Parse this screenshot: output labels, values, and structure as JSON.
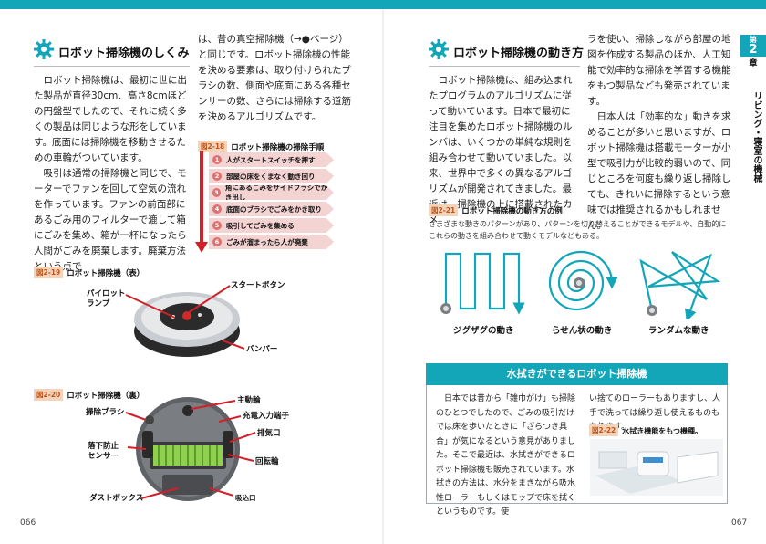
{
  "left_page": {
    "section_title": "ロボット掃除機のしくみ",
    "body_col1": "　ロボット掃除機は、最初に世に出た製品が直径30cm、高さ8cmほどの円盤型でしたので、それに続く多くの製品は同じような形をしています。底面には掃除機を移動させるための車輪がついています。\n　吸引は通常の掃除機と同じで、モーターでファンを回して空気の流れを作っています。ファンの前面部にあるごみ用のフィルターで漉して箱にごみを集め、箱が一杯になったら人間がごみを廃棄します。廃棄方法という点で",
    "body_col2": "は、昔の真空掃除機（→●ページ）と同じです。ロボット掃除機の性能を決める要素は、取り付けられたブラシの数、側面や底面にある各種センサーの数、さらには掃除する道筋を決めるアルゴリズムです。",
    "fig18": {
      "tag": "図2-18",
      "title": "ロボット掃除機の掃除手順",
      "steps": [
        {
          "num": "1",
          "text": "人がスタートスイッチを押す"
        },
        {
          "num": "2",
          "text": "部屋の床をくまなく動き回り"
        },
        {
          "num": "3",
          "text": "角にあるごみをサイドブラシでかき出し"
        },
        {
          "num": "4",
          "text": "底面のブラシでごみをかき取り"
        },
        {
          "num": "5",
          "text": "吸引してごみを集める"
        },
        {
          "num": "6",
          "text": "ごみが溜まったら人が廃棄"
        }
      ]
    },
    "fig19": {
      "tag": "図2-19",
      "title": "ロボット掃除機（表）",
      "labels": {
        "pilot": "パイロット\nランプ",
        "start": "スタートボタン",
        "bumper": "バンパー"
      }
    },
    "fig20": {
      "tag": "図2-20",
      "title": "ロボット掃除機（裏）",
      "labels": {
        "side_brush": "掃除ブラシ",
        "fall_sensor": "落下防止\nセンサー",
        "dust_box": "ダストボックス",
        "main_wheel": "主動輪",
        "charge": "充電入力端子",
        "exhaust": "排気口",
        "wheel": "回転輪",
        "intake": "吸込口"
      }
    },
    "page_number": "066"
  },
  "right_page": {
    "section_title": "ロボット掃除機の動き方",
    "body_col1": "　ロボット掃除機は、組み込まれたプログラムのアルゴリズムに従って動いています。日本で最初に注目を集めたロボット掃除機のルンバは、いくつかの単純な規則を組み合わせて動いていました。以来、世界中で多くの異なるアルゴリズムが開発されてきました。最近は、掃除機の上に搭載されたカメ",
    "body_col2": "ラを使い、掃除しながら部屋の地図を作成する製品のほか、人工知能で効率的な掃除を学習する機能をもつ製品なども発売されています。\n　日本人は「効率的な」動きを求めることが多いと思いますが、ロボット掃除機は搭載モーターが小型で吸引力が比較的弱いので、同じところを何度も繰り返し掃除しても、きれいに掃除するという意味では推奨されるかもしれません。",
    "fig21": {
      "tag": "図2-21",
      "title": "ロボット掃除機の動き方の例",
      "description": "さまざまな動きのパターンがあり、パターンを切り替えることができるモデルや、自動的にこれらの動きを組み合わせて動くモデルなどもある。",
      "patterns": [
        "ジグザグの動き",
        "らせん状の動き",
        "ランダムな動き"
      ]
    },
    "box": {
      "title": "水拭きができるロボット掃除機",
      "text_left": "　日本では昔から「雑巾がけ」も掃除のひとつでしたので、ごみの吸引だけでは床を歩いたときに「ざらつき具合」が気になるという意見がありました。そこで最近は、水拭きができるロボット掃除機も販売されています。水拭きの方法は、水分をまきながら吸水性ローラーもしくはモップで床を拭くというものです。使",
      "text_right": "い捨てのローラーもありますし、人手で洗っては繰り返し使えるものもあります。",
      "fig22_tag": "図2-22",
      "fig22_title": "水拭き機能をもつ機種。"
    },
    "chapter": {
      "label": "第",
      "number": "2",
      "suffix": "章",
      "side_title": "リビング・寝室の機械"
    },
    "page_number": "067"
  },
  "colors": {
    "accent": "#12a6b8",
    "step_fill": "#f4d3d3",
    "arrow_red": "#d0202a",
    "tag_bg": "#f4d4b8"
  }
}
